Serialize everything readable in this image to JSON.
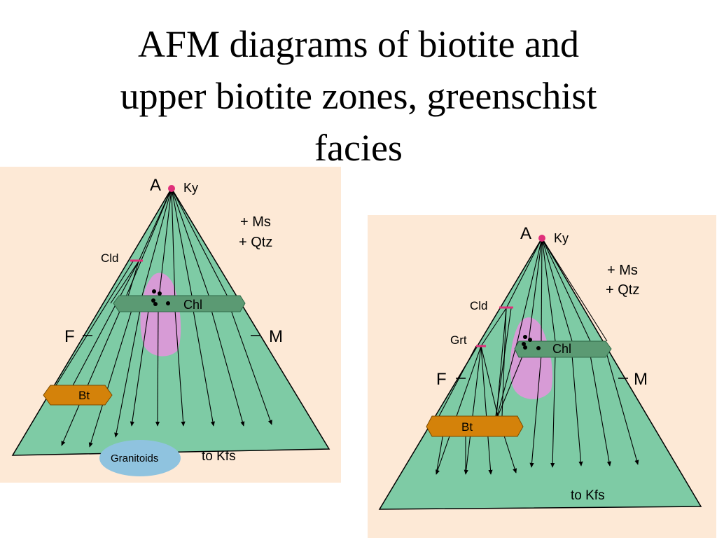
{
  "slide": {
    "title_lines": [
      "AFM diagrams of biotite and",
      "upper biotite zones, greenschist",
      "facies"
    ]
  },
  "colors": {
    "panel_bg": "#fde9d6",
    "triangle_fill": "#7ecba5",
    "chl_band": "#5b9a73",
    "bt_box": "#d4820a",
    "pink_field": "#d79bd6",
    "granitoids": "#8fc3df",
    "phase_tick": "#e0307a"
  },
  "diagrams": [
    {
      "id": "biotite-zone",
      "apex_label": "A",
      "apex_phase": "Ky",
      "left_label": "F",
      "right_label": "M",
      "assemblage_lines": [
        "+ Ms",
        "+ Qtz"
      ],
      "phases": [
        "Cld",
        "Chl",
        "Bt"
      ],
      "field_label": "Granitoids",
      "bottom_note": "to Kfs"
    },
    {
      "id": "upper-biotite-zone",
      "apex_label": "A",
      "apex_phase": "Ky",
      "left_label": "F",
      "right_label": "M",
      "assemblage_lines": [
        "+ Ms",
        "+ Qtz"
      ],
      "phases": [
        "Cld",
        "Grt",
        "Chl",
        "Bt"
      ],
      "bottom_note": "to Kfs"
    }
  ]
}
